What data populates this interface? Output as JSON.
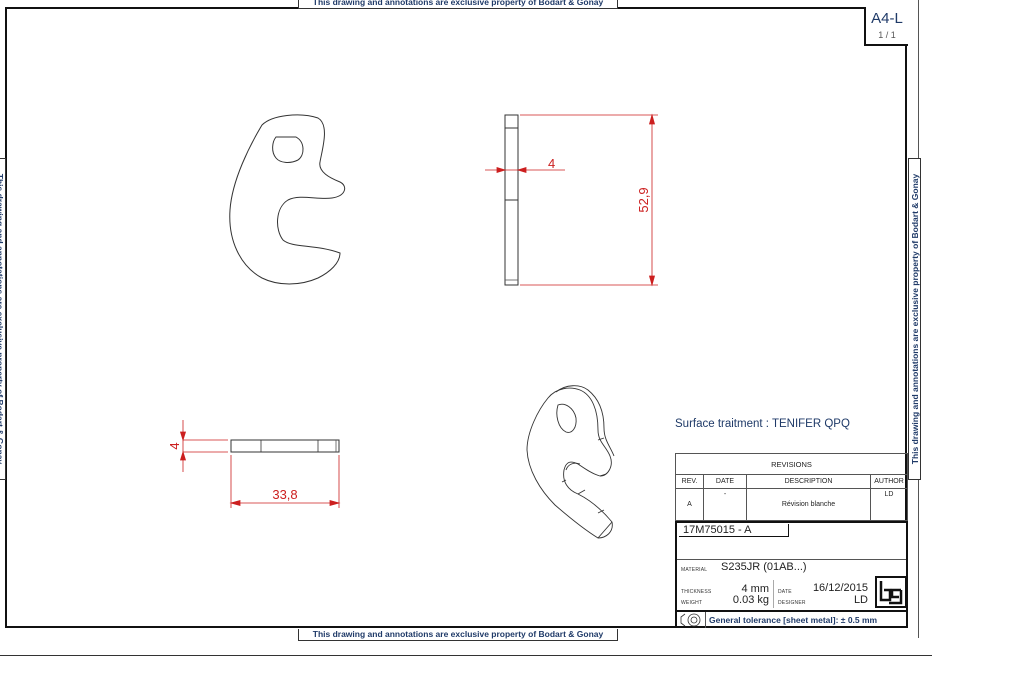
{
  "sheet": {
    "size": "A4-L",
    "page": "1 / 1"
  },
  "watermark": {
    "property_notice": "This drawing and annotations are exclusive property of Bodart & Gonay"
  },
  "notes": {
    "surface_treatment": "Surface traitment : TENIFER QPQ"
  },
  "revisions": {
    "title": "REVISIONS",
    "columns": [
      "REV.",
      "DATE",
      "DESCRIPTION",
      "AUTHOR"
    ],
    "rows": [
      {
        "rev": "A",
        "date": "-",
        "description": "Révision blanche",
        "author": "LD"
      }
    ]
  },
  "title_block": {
    "part_number": "17M75015 - A",
    "material_label": "MATERIAL",
    "material": "S235JR  (01AB...)",
    "thickness_label": "THICKNESS",
    "thickness": "4 mm",
    "weight_label": "WEIGHT",
    "weight": "0.03 kg",
    "date_label": "DATE",
    "date": "16/12/2015",
    "designer_label": "DESIGNER",
    "designer": "LD",
    "logo": "bg",
    "general_tolerance": "General tolerance [sheet metal]: ± 0.5 mm",
    "projection_icon": "first-angle-projection-icon"
  },
  "dimensions": {
    "side_thickness": "4",
    "side_height": "52,9",
    "bottom_thickness": "4",
    "bottom_width": "33,8"
  },
  "colors": {
    "frame": "#111111",
    "dimension": "#cc1f1f",
    "text_blue": "#1f3a68",
    "geometry": "#333333"
  }
}
